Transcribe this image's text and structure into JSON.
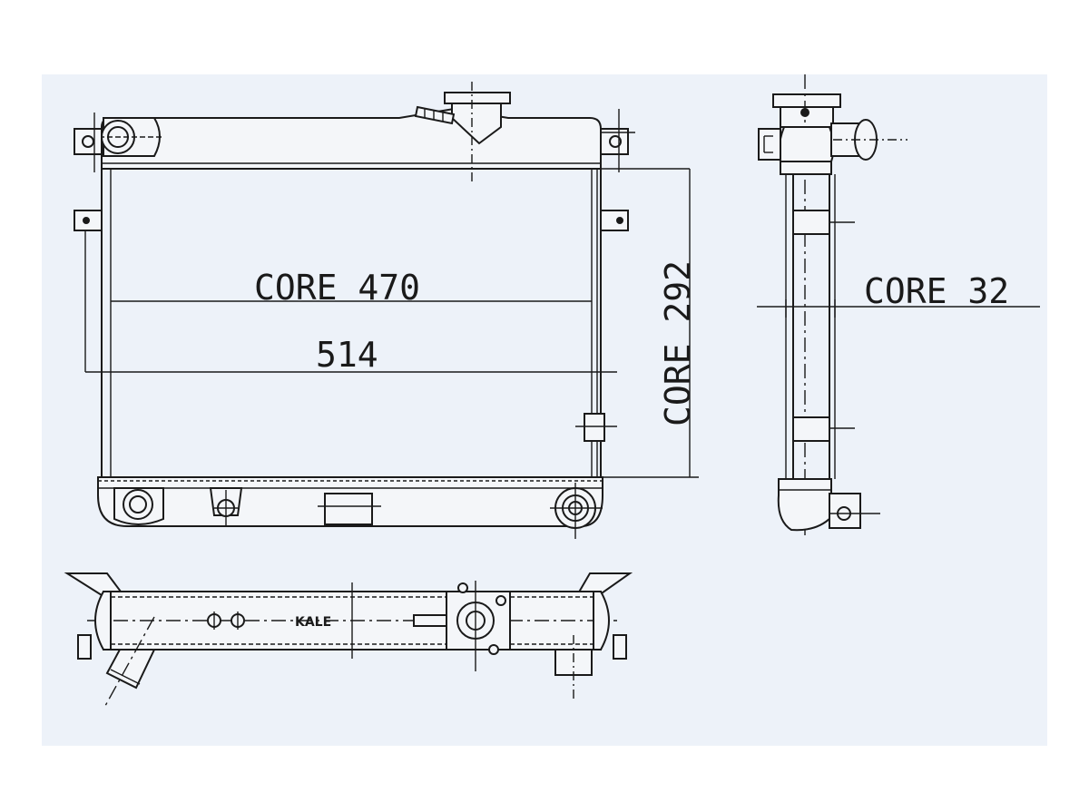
{
  "drawing": {
    "front_view": {
      "core_width_label": "CORE 470",
      "overall_width_label": "514",
      "core_height_label": "CORE 292"
    },
    "side_view": {
      "core_depth_label": "CORE 32"
    },
    "top_view": {
      "brand_mark": "KALE"
    }
  }
}
